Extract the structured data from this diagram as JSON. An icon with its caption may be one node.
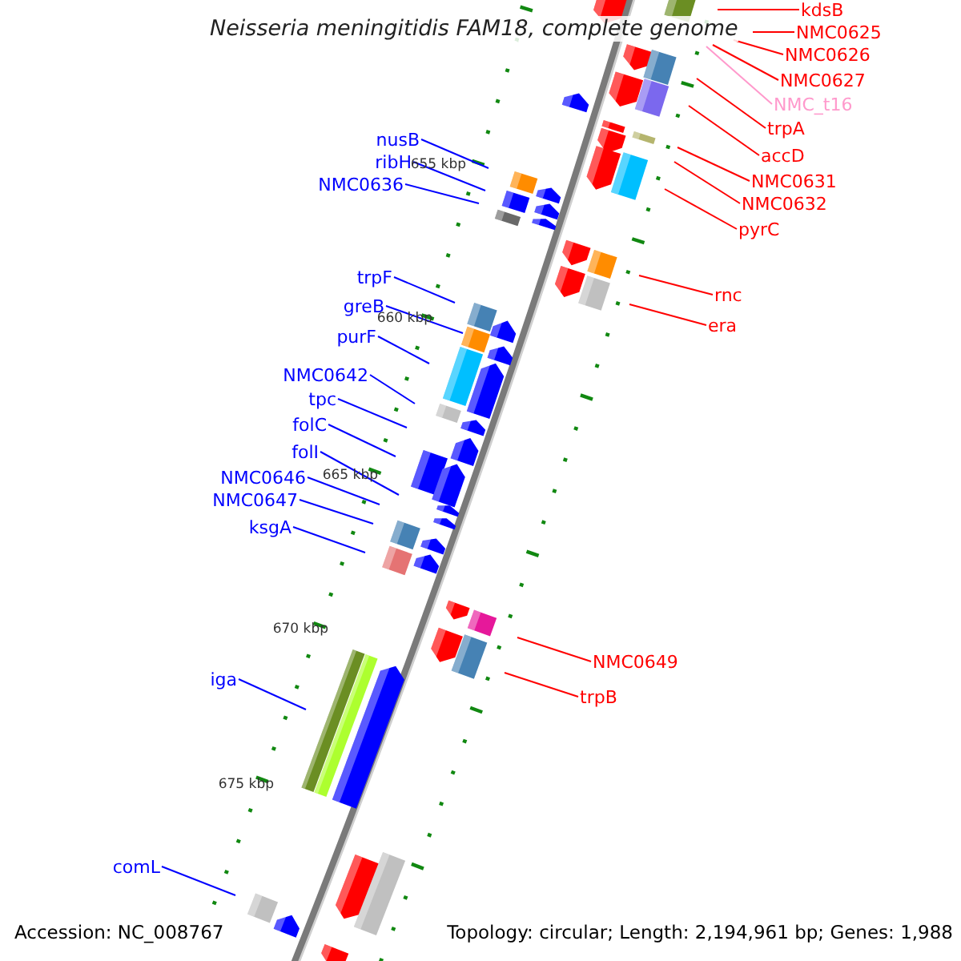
{
  "diagram": {
    "title": "Neisseria meningitidis FAM18, complete genome",
    "nodes": [
      {
        "text": [
          "kdsB"
        ]
      },
      {
        "text": [
          "NMC0625"
        ]
      },
      {
        "text": [
          "NMC0626"
        ]
      },
      {
        "text": [
          "NMC0627"
        ]
      },
      {
        "text": [
          "NMC_t16"
        ]
      },
      {
        "text": [
          "trpA"
        ]
      },
      {
        "text": [
          "nusB"
        ]
      },
      {
        "text": [
          "accD"
        ]
      },
      {
        "text": [
          "ribH"
        ]
      },
      {
        "text": [
          "NMC0631"
        ]
      },
      {
        "text": [
          "NMC0636"
        ]
      },
      {
        "text": [
          "NMC0632"
        ]
      },
      {
        "text": [
          "pyrC"
        ]
      },
      {
        "text": [
          "trpF"
        ]
      },
      {
        "text": [
          "rnc"
        ]
      },
      {
        "text": [
          "greB"
        ]
      },
      {
        "text": [
          "era"
        ]
      },
      {
        "text": [
          "purF"
        ]
      },
      {
        "text": [
          "NMC0642"
        ]
      },
      {
        "text": [
          "tpc"
        ]
      },
      {
        "text": [
          "folC"
        ]
      },
      {
        "text": [
          "folI"
        ]
      },
      {
        "text": [
          "NMC0646"
        ]
      },
      {
        "text": [
          "NMC0647"
        ]
      },
      {
        "text": [
          "ksgA"
        ]
      },
      {
        "text": [
          "NMC0649"
        ]
      },
      {
        "text": [
          "iga"
        ]
      },
      {
        "text": [
          "trpB"
        ]
      },
      {
        "text": [
          "comL"
        ]
      }
    ],
    "edges": [
      {
        "from": 0,
        "to": null,
        "arrow": "none",
        "color": "#ff0000"
      },
      {
        "from": 1,
        "to": null,
        "arrow": "none",
        "color": "#ff0000"
      },
      {
        "from": 2,
        "to": null,
        "arrow": "none",
        "color": "#ff0000"
      },
      {
        "from": 3,
        "to": null,
        "arrow": "none",
        "color": "#ff0000"
      },
      {
        "from": 4,
        "to": null,
        "arrow": "none",
        "color": "#ff99cc"
      },
      {
        "from": 5,
        "to": null,
        "arrow": "none",
        "color": "#ff0000"
      },
      {
        "from": 6,
        "to": null,
        "arrow": "none"
      },
      {
        "from": 7,
        "to": null,
        "arrow": "none",
        "color": "#ff0000"
      },
      {
        "from": 8,
        "to": null,
        "arrow": "none"
      },
      {
        "from": 9,
        "to": null,
        "arrow": "none",
        "color": "#ff0000"
      },
      {
        "from": 10,
        "to": null,
        "arrow": "none"
      },
      {
        "from": 11,
        "to": null,
        "arrow": "none",
        "color": "#ff0000"
      },
      {
        "from": 12,
        "to": null,
        "arrow": "none",
        "color": "#ff0000"
      },
      {
        "from": 13,
        "to": null,
        "arrow": "none"
      },
      {
        "from": 14,
        "to": null,
        "arrow": "none",
        "color": "#ff0000"
      },
      {
        "from": 15,
        "to": null,
        "arrow": "none"
      },
      {
        "from": 16,
        "to": null,
        "arrow": "none",
        "color": "#ff0000"
      },
      {
        "from": 17,
        "to": null,
        "arrow": "none"
      },
      {
        "from": 18,
        "to": null,
        "arrow": "none"
      },
      {
        "from": 19,
        "to": null,
        "arrow": "none"
      },
      {
        "from": 20,
        "to": null,
        "arrow": "none"
      },
      {
        "from": 21,
        "to": null,
        "arrow": "none"
      },
      {
        "from": 22,
        "to": null,
        "arrow": "none"
      },
      {
        "from": 23,
        "to": null,
        "arrow": "none"
      },
      {
        "from": 24,
        "to": null,
        "arrow": "none"
      },
      {
        "from": 25,
        "to": null,
        "arrow": "none",
        "color": "#ff0000"
      },
      {
        "from": 26,
        "to": null,
        "arrow": "none"
      },
      {
        "from": 27,
        "to": null,
        "arrow": "none",
        "color": "#ff0000"
      },
      {
        "from": 28,
        "to": null,
        "arrow": "none"
      }
    ],
    "labels": [
      "655 kbp",
      "660 kbp",
      "665 kbp",
      "670 kbp",
      "675 kbp",
      "Accession: NC_008767",
      "Topology: circular; Length: 2,194,961 bp; Genes: 1,988"
    ]
  }
}
